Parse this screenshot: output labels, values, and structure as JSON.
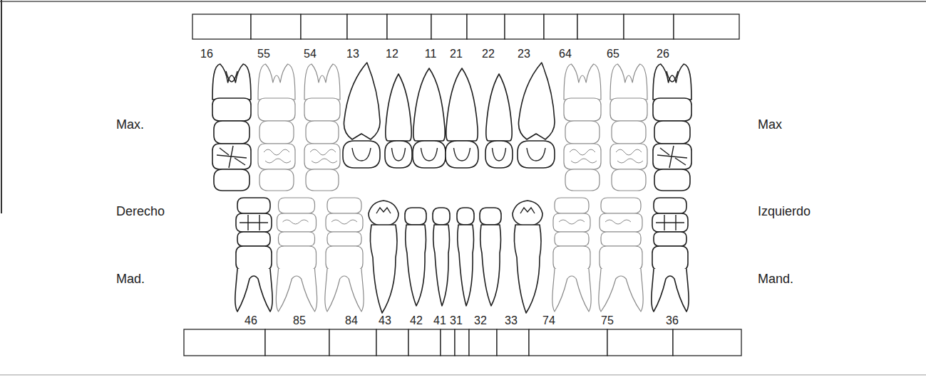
{
  "diagram": {
    "labels": [
      "16",
      "55",
      "54",
      "13",
      "12",
      "11",
      "21",
      "22",
      "23",
      "64",
      "65",
      "26",
      "Max.",
      "Max",
      "Derecho",
      "Izquierdo",
      "Mad.",
      "Mand.",
      "46",
      "85",
      "84",
      "43",
      "42",
      "41",
      "31",
      "32",
      "33",
      "74",
      "75",
      "36"
    ]
  }
}
